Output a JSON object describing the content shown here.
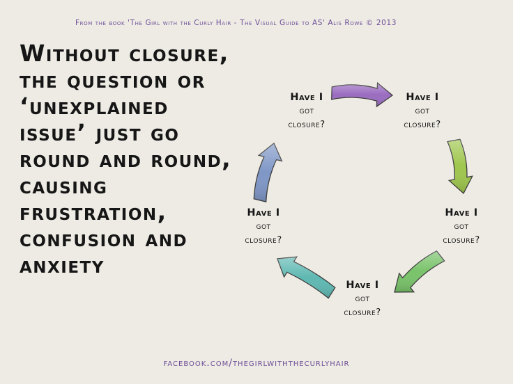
{
  "credit": "From the book 'The Girl with the Curly Hair - The Visual Guide to AS' Alis Rowe © 2013",
  "main_text": "Without closure, the question or ‘unexplained issue’ just go round and round, causing frustration, confusion and anxiety",
  "cycle_nodes": [
    {
      "line1": "Have I",
      "line2": "got",
      "line3": "closure?"
    },
    {
      "line1": "Have I",
      "line2": "got",
      "line3": "closure?"
    },
    {
      "line1": "Have I",
      "line2": "got",
      "line3": "closure?"
    },
    {
      "line1": "Have I",
      "line2": "got",
      "line3": "closure?"
    },
    {
      "line1": "Have I",
      "line2": "got",
      "line3": "closure?"
    }
  ],
  "arrow_colors": [
    "#9a6cc0",
    "#9fc64d",
    "#79c36a",
    "#5fb8b2",
    "#7f97c6"
  ],
  "footer": "facebook.com/thegirlwiththecurlyhair"
}
